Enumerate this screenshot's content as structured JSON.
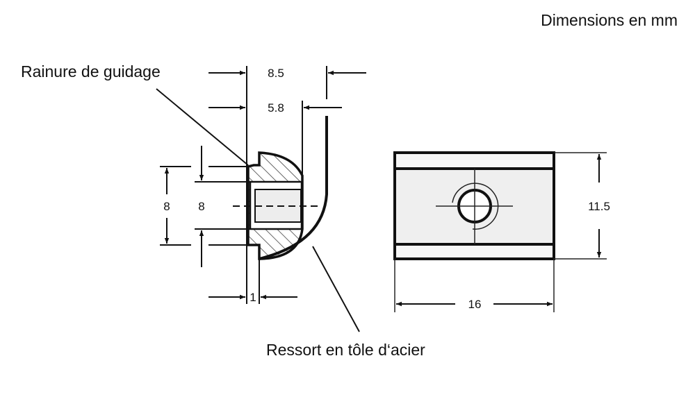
{
  "title": "Dimensions en mm",
  "labels": {
    "guide_groove": "Rainure de guidage",
    "spring": "Ressort en tôle d‘acier"
  },
  "dimensions": {
    "width_total": "8.5",
    "width_body": "5.8",
    "height_outer": "8",
    "height_inner": "8",
    "lip": "1",
    "plate_height": "11.5",
    "plate_length": "16"
  }
}
